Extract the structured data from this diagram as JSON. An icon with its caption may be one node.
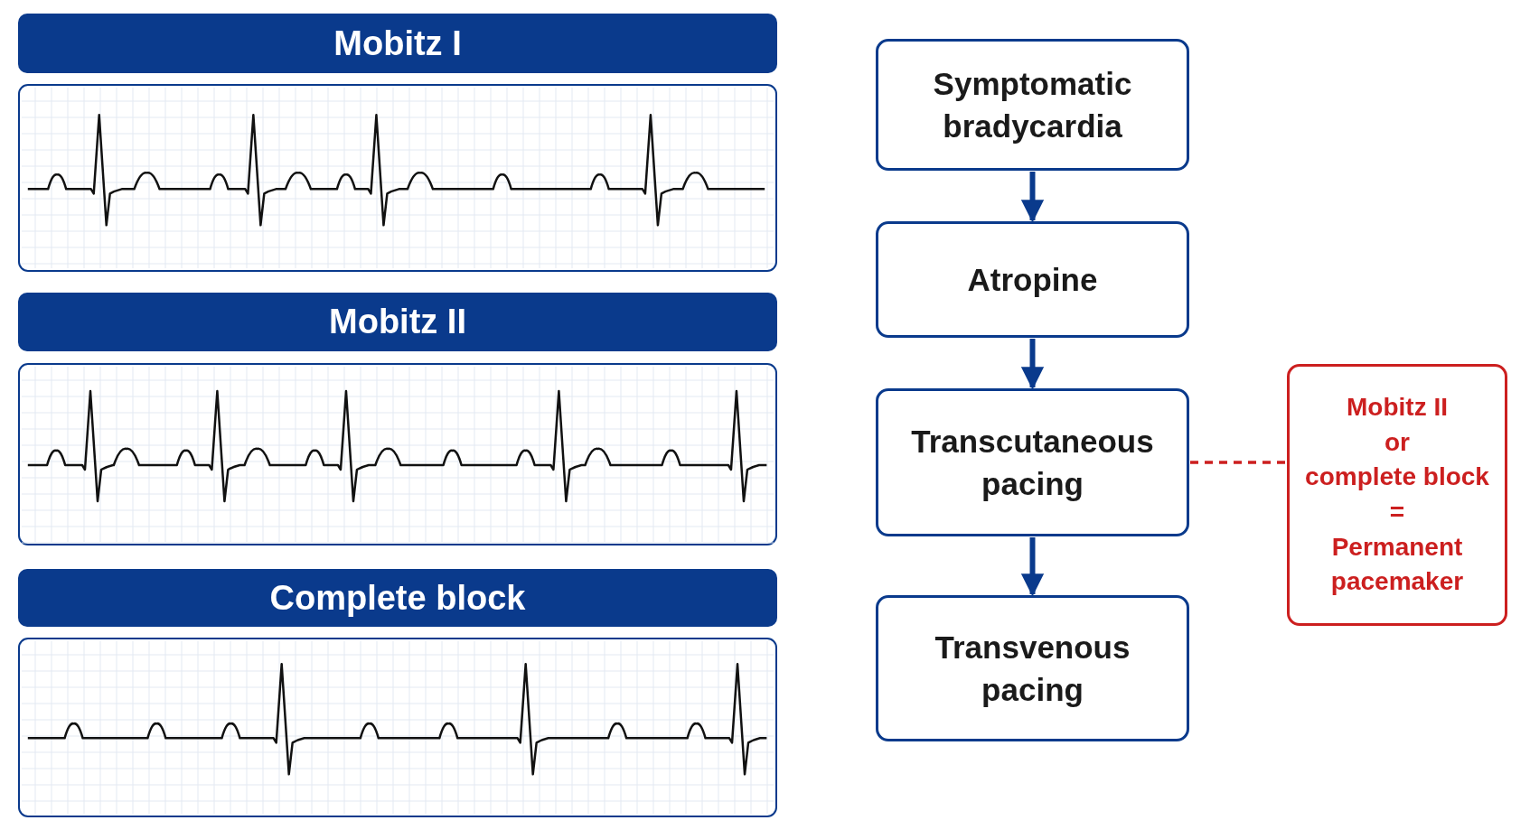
{
  "diagram": {
    "nodes": [
      {
        "text": [
          "Mobitz I"
        ]
      },
      {
        "text": [
          "Mobitz II"
        ]
      },
      {
        "text": [
          "Complete block"
        ]
      },
      {
        "text": [
          "Symptomatic bradycardia"
        ]
      },
      {
        "text": [
          "Atropine"
        ]
      },
      {
        "text": [
          "Transcutaneous pacing"
        ]
      },
      {
        "text": [
          "Transvenous pacing"
        ]
      },
      {
        "text": [
          "Mobitz II",
          "or",
          "complete block",
          "=",
          "Permanent pacemaker"
        ]
      }
    ],
    "edges": [
      {
        "from": 3,
        "to": 4,
        "arrow": "to"
      },
      {
        "from": 4,
        "to": 5,
        "arrow": "to"
      },
      {
        "from": 5,
        "to": 6,
        "arrow": "to"
      },
      {
        "from": 5,
        "to": 7,
        "arrow": "none",
        "style": "dashed",
        "color": "#cc1f1f"
      }
    ]
  }
}
